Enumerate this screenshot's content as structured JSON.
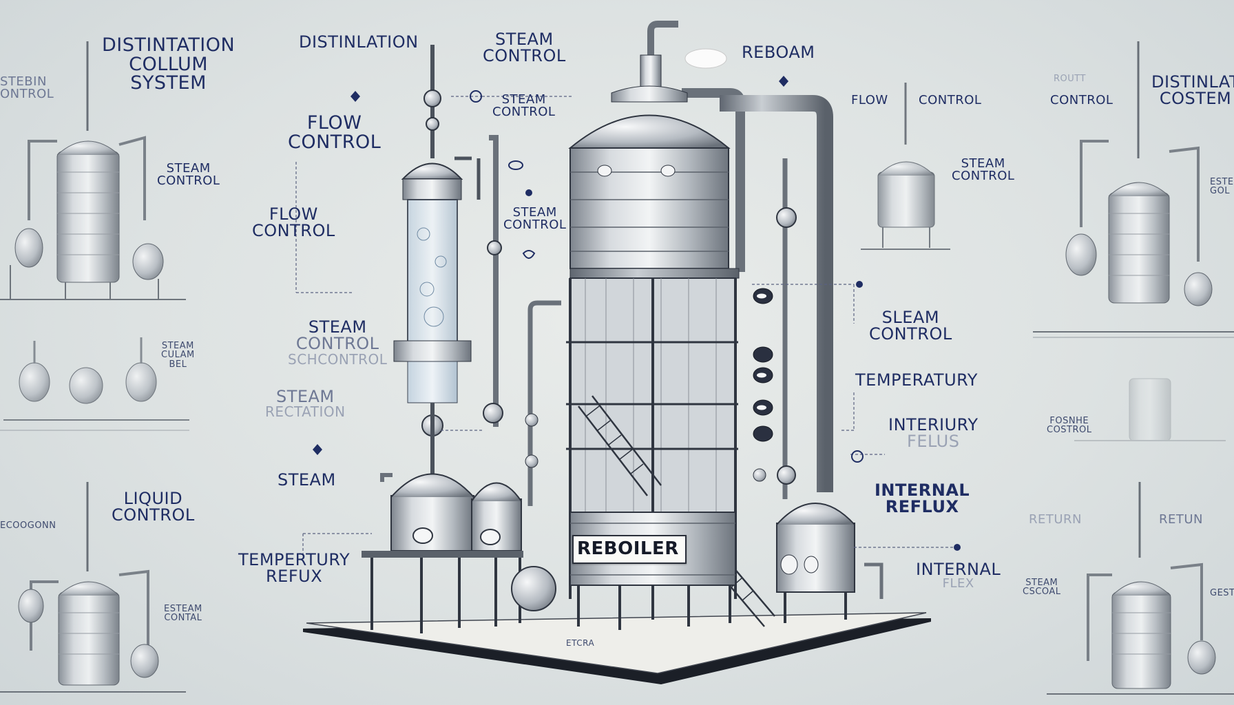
{
  "labels": {
    "left_title_1": "DISTINTATION",
    "left_title_2": "COLLUM",
    "left_title_3": "SYSTEM",
    "left_steam_control_1": "STEAM",
    "left_steam_control_2": "CONTROL",
    "left_blur_1": "STEBIN",
    "left_blur_2": "ONTROL",
    "left_liquid_1": "LIQUID",
    "left_liquid_2": "CONTROL",
    "left_small_blur": "ECOOGONN",
    "left_esteam_1": "ESTEAM",
    "left_esteam_2": "CONTAL",
    "left_mini_1": "STEAM",
    "left_mini_2": "CULAM",
    "left_mini_3": "BEL",
    "distinlation": "DISTINLATION",
    "top_steam_control_1": "STEAM",
    "top_steam_control_2": "CONTROL",
    "reboam": "REBOAM",
    "small_steam_control_1": "STEAM",
    "small_steam_control_2": "CONTROL",
    "flow_control_1a": "FLOW",
    "flow_control_1b": "CONTROL",
    "flow_control_2a": "FLOW",
    "flow_control_2b": "CONTROL",
    "mid_steam_control_1": "STEAM",
    "mid_steam_control_2": "CONTROL",
    "steam_control_big_1": "STEAM",
    "steam_control_big_2": "CONTROL",
    "steam_control_big_3": "SCHCONTROL",
    "steam_rectation_1": "STEAM",
    "steam_rectation_2": "RECTATION",
    "steam": "STEAM",
    "tempertury_1": "TEMPERTURY",
    "tempertury_2": "REFUX",
    "reboiler": "REBOILER",
    "base_small": "ETCRA",
    "flow": "FLOW",
    "control_right": "CONTROL",
    "right_steam_control_1": "STEAM",
    "right_steam_control_2": "CONTROL",
    "sleam_control_1": "SLEAM",
    "sleam_control_2": "CONTROL",
    "temperatury": "TEMPERATURY",
    "interiury_1": "INTERIURY",
    "interiury_2": "FELUS",
    "internal_reflux_1": "INTERNAL",
    "internal_reflux_2": "REFLUX",
    "internal_small_1": "INTERNAL",
    "internal_small_2": "FLEX",
    "far_right_control": "CONTROL",
    "far_right_title_1": "DISTINLAT",
    "far_right_title_2": "COSTEM",
    "far_right_small_1": "ROUTT",
    "far_right_small_2": "GESTEM",
    "far_right_mid_1": "FOSNHE",
    "far_right_mid_2": "COSTROL",
    "return": "RETURN",
    "retun": "RETUN",
    "right_steam_small_1": "STEAM",
    "right_steam_small_2": "CSCOAL",
    "right_edge_1": "ESTEM",
    "right_edge_2": "GOL"
  },
  "colors": {
    "ink": "#1f2d63",
    "steel": "#b9bec4",
    "background": "#dde2e2"
  }
}
